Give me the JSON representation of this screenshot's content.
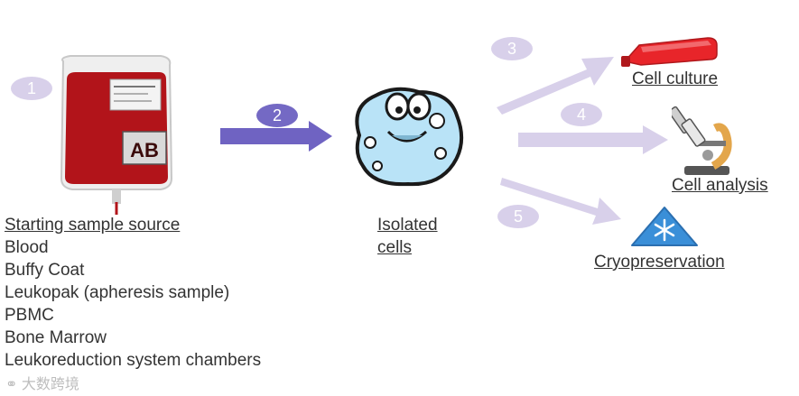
{
  "colors": {
    "light_arrow": "#d8d0ea",
    "dark_arrow": "#6f63c2",
    "text": "#333333",
    "blood": "#b2141a",
    "cell": "#b9e3f7",
    "flask": "#e8252a",
    "snow": "#3a8fd8"
  },
  "steps": {
    "s1": "1",
    "s2": "2",
    "s3": "3",
    "s4": "4",
    "s5": "5"
  },
  "source": {
    "title": "Starting sample source",
    "items": [
      "Blood",
      "Buffy Coat",
      "Leukopak (apheresis sample)",
      "PBMC",
      "Bone Marrow",
      "Leukoreduction system chambers"
    ]
  },
  "center": {
    "line1": "Isolated",
    "line2": "cells"
  },
  "outputs": {
    "culture": "Cell culture",
    "analysis": "Cell analysis",
    "cryo": "Cryopreservation"
  },
  "bag": {
    "label": "AB"
  },
  "icons": {
    "bag": "blood-bag-icon",
    "cell": "cartoon-cell-icon",
    "flask": "culture-flask-icon",
    "microscope": "microscope-icon",
    "snow": "snowflake-icon"
  },
  "watermark": "大数跨境"
}
